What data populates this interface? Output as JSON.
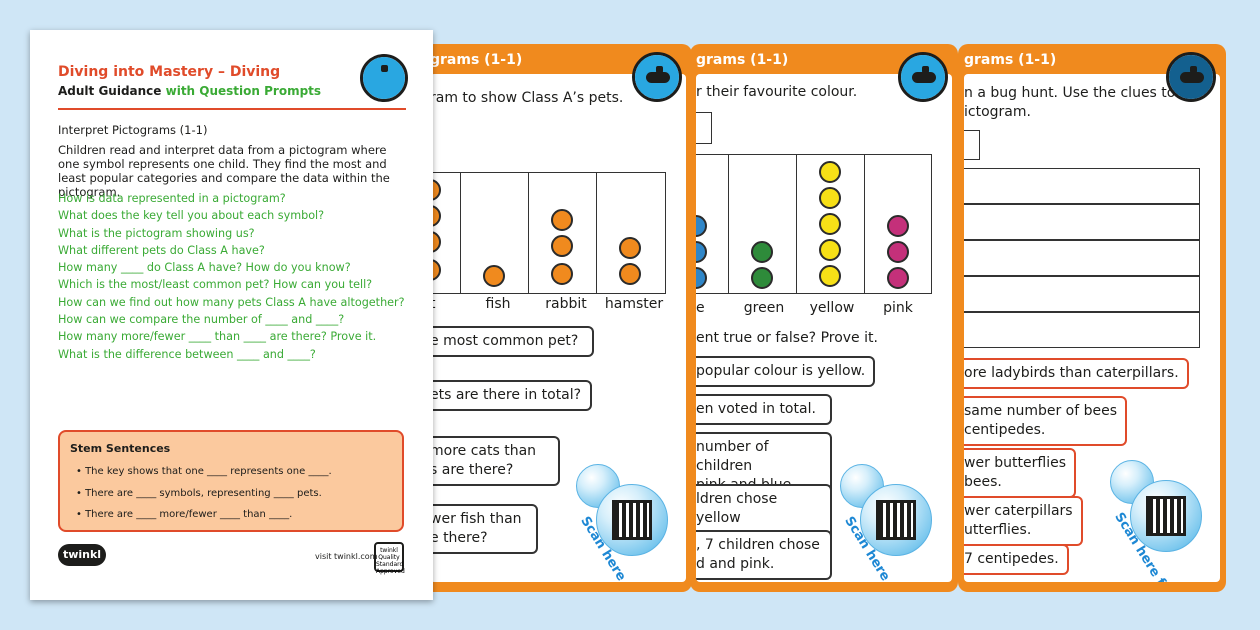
{
  "front": {
    "title": "Diving into Mastery – Diving",
    "subtitle_part1": "Adult Guidance",
    "subtitle_part2": " with Question Prompts",
    "section": "Interpret Pictograms (1-1)",
    "paragraph": "Children read and interpret data from a pictogram where one symbol represents one child. They find the most and least popular categories and compare the data within the pictogram.",
    "questions": [
      "How is data represented in a pictogram?",
      "What does the key tell you about each symbol?",
      "What is the pictogram showing us?",
      "What different pets do Class A have?",
      "How many ____ do Class A have? How do you know?",
      "Which is the most/least common pet? How can you tell?",
      "How can we find out how many pets Class A have altogether?",
      "How can we compare the number of ____ and ____?",
      "How many more/fewer ____ than ____ are there? Prove it.",
      "What is the difference between ____ and ____?"
    ],
    "stem_title": "Stem Sentences",
    "stems": [
      "• The key shows that one ____ represents one ____.",
      "• There are ____ symbols, representing ____ pets.",
      "• There are ____ more/fewer ____ than ____."
    ],
    "logo": "twinkl",
    "visit": "visit twinkl.com",
    "quality_mark": "twinkl Quality Standard Approved"
  },
  "card1": {
    "title": "grams (1-1)",
    "line": "ram to show Class A’s pets.",
    "labels": [
      "t",
      "fish",
      "rabbit",
      "hamster"
    ],
    "boxes": [
      "e most common pet?",
      "ets are there in total?",
      "more cats than\ns are there?",
      "wer fish than\ne there?"
    ],
    "scan": "Scan here for help!"
  },
  "card2": {
    "title": "grams (1-1)",
    "line": "r their favourite colour.",
    "labels": [
      "e",
      "green",
      "yellow",
      "pink"
    ],
    "line2": "ent true or false? Prove it.",
    "boxes": [
      "popular colour is yellow.",
      "en voted in total.",
      "number of children\npink and blue.",
      "ldren chose yellow\nhan blue.",
      ", 7 children chose\nd and pink."
    ],
    "scan": "Scan here for help!"
  },
  "card3": {
    "title": "grams (1-1)",
    "line": "n a bug hunt. Use the clues to\nictogram.",
    "boxes": [
      "ore ladybirds than caterpillars.",
      "same number of bees\ncentipedes.",
      "wer butterflies\nbees.",
      "wer caterpillars\nutterflies.",
      "7 centipedes."
    ],
    "scan": "Scan here for help!"
  },
  "colors": {
    "orange": "#f08a1e",
    "red": "#e04b2a",
    "green": "#3aaa35",
    "blue": "#2f86c8",
    "yellow": "#f7e017",
    "pink": "#c4307a",
    "dot_green": "#2e8b3a"
  }
}
